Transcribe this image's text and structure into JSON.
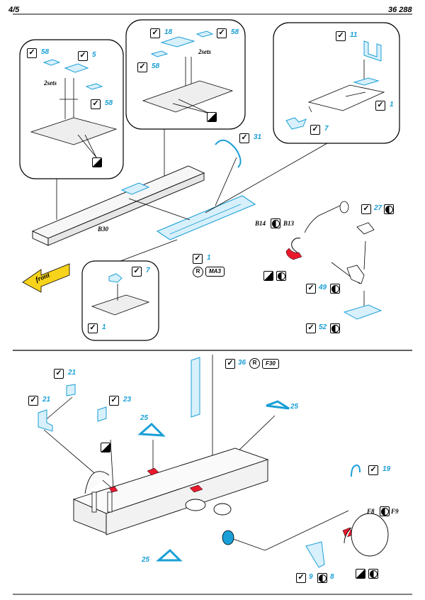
{
  "header": {
    "page": "4/5",
    "code": "36 288"
  },
  "labels": {
    "two_sets_a": "2sets",
    "two_sets_b": "2sets",
    "b30": "B30",
    "b14": "B14",
    "b13": "B13",
    "front": "front",
    "f8": "F8",
    "f9": "F9",
    "ma3": "MA3",
    "f30": "F30",
    "r_symbol": "R"
  },
  "parts": {
    "p58a": "58",
    "p5": "5",
    "p58b": "58",
    "p18": "18",
    "p58c": "58",
    "p58d": "58",
    "p11": "11",
    "p1a": "1",
    "p7a": "7",
    "p31": "31",
    "p27": "27",
    "p1b": "1",
    "p7b": "7",
    "p1c": "1",
    "p49": "49",
    "p52": "52",
    "p21a": "21",
    "p21b": "21",
    "p23": "23",
    "p36": "36",
    "p25a": "25",
    "p25b": "25",
    "p25c": "25",
    "p19": "19",
    "p9": "9",
    "p8": "8"
  },
  "colors": {
    "etch": "#1a9fd6",
    "etch_fill": "#d8f0fb",
    "red": "#e8192c",
    "line": "#000000",
    "grey": "#999999"
  }
}
